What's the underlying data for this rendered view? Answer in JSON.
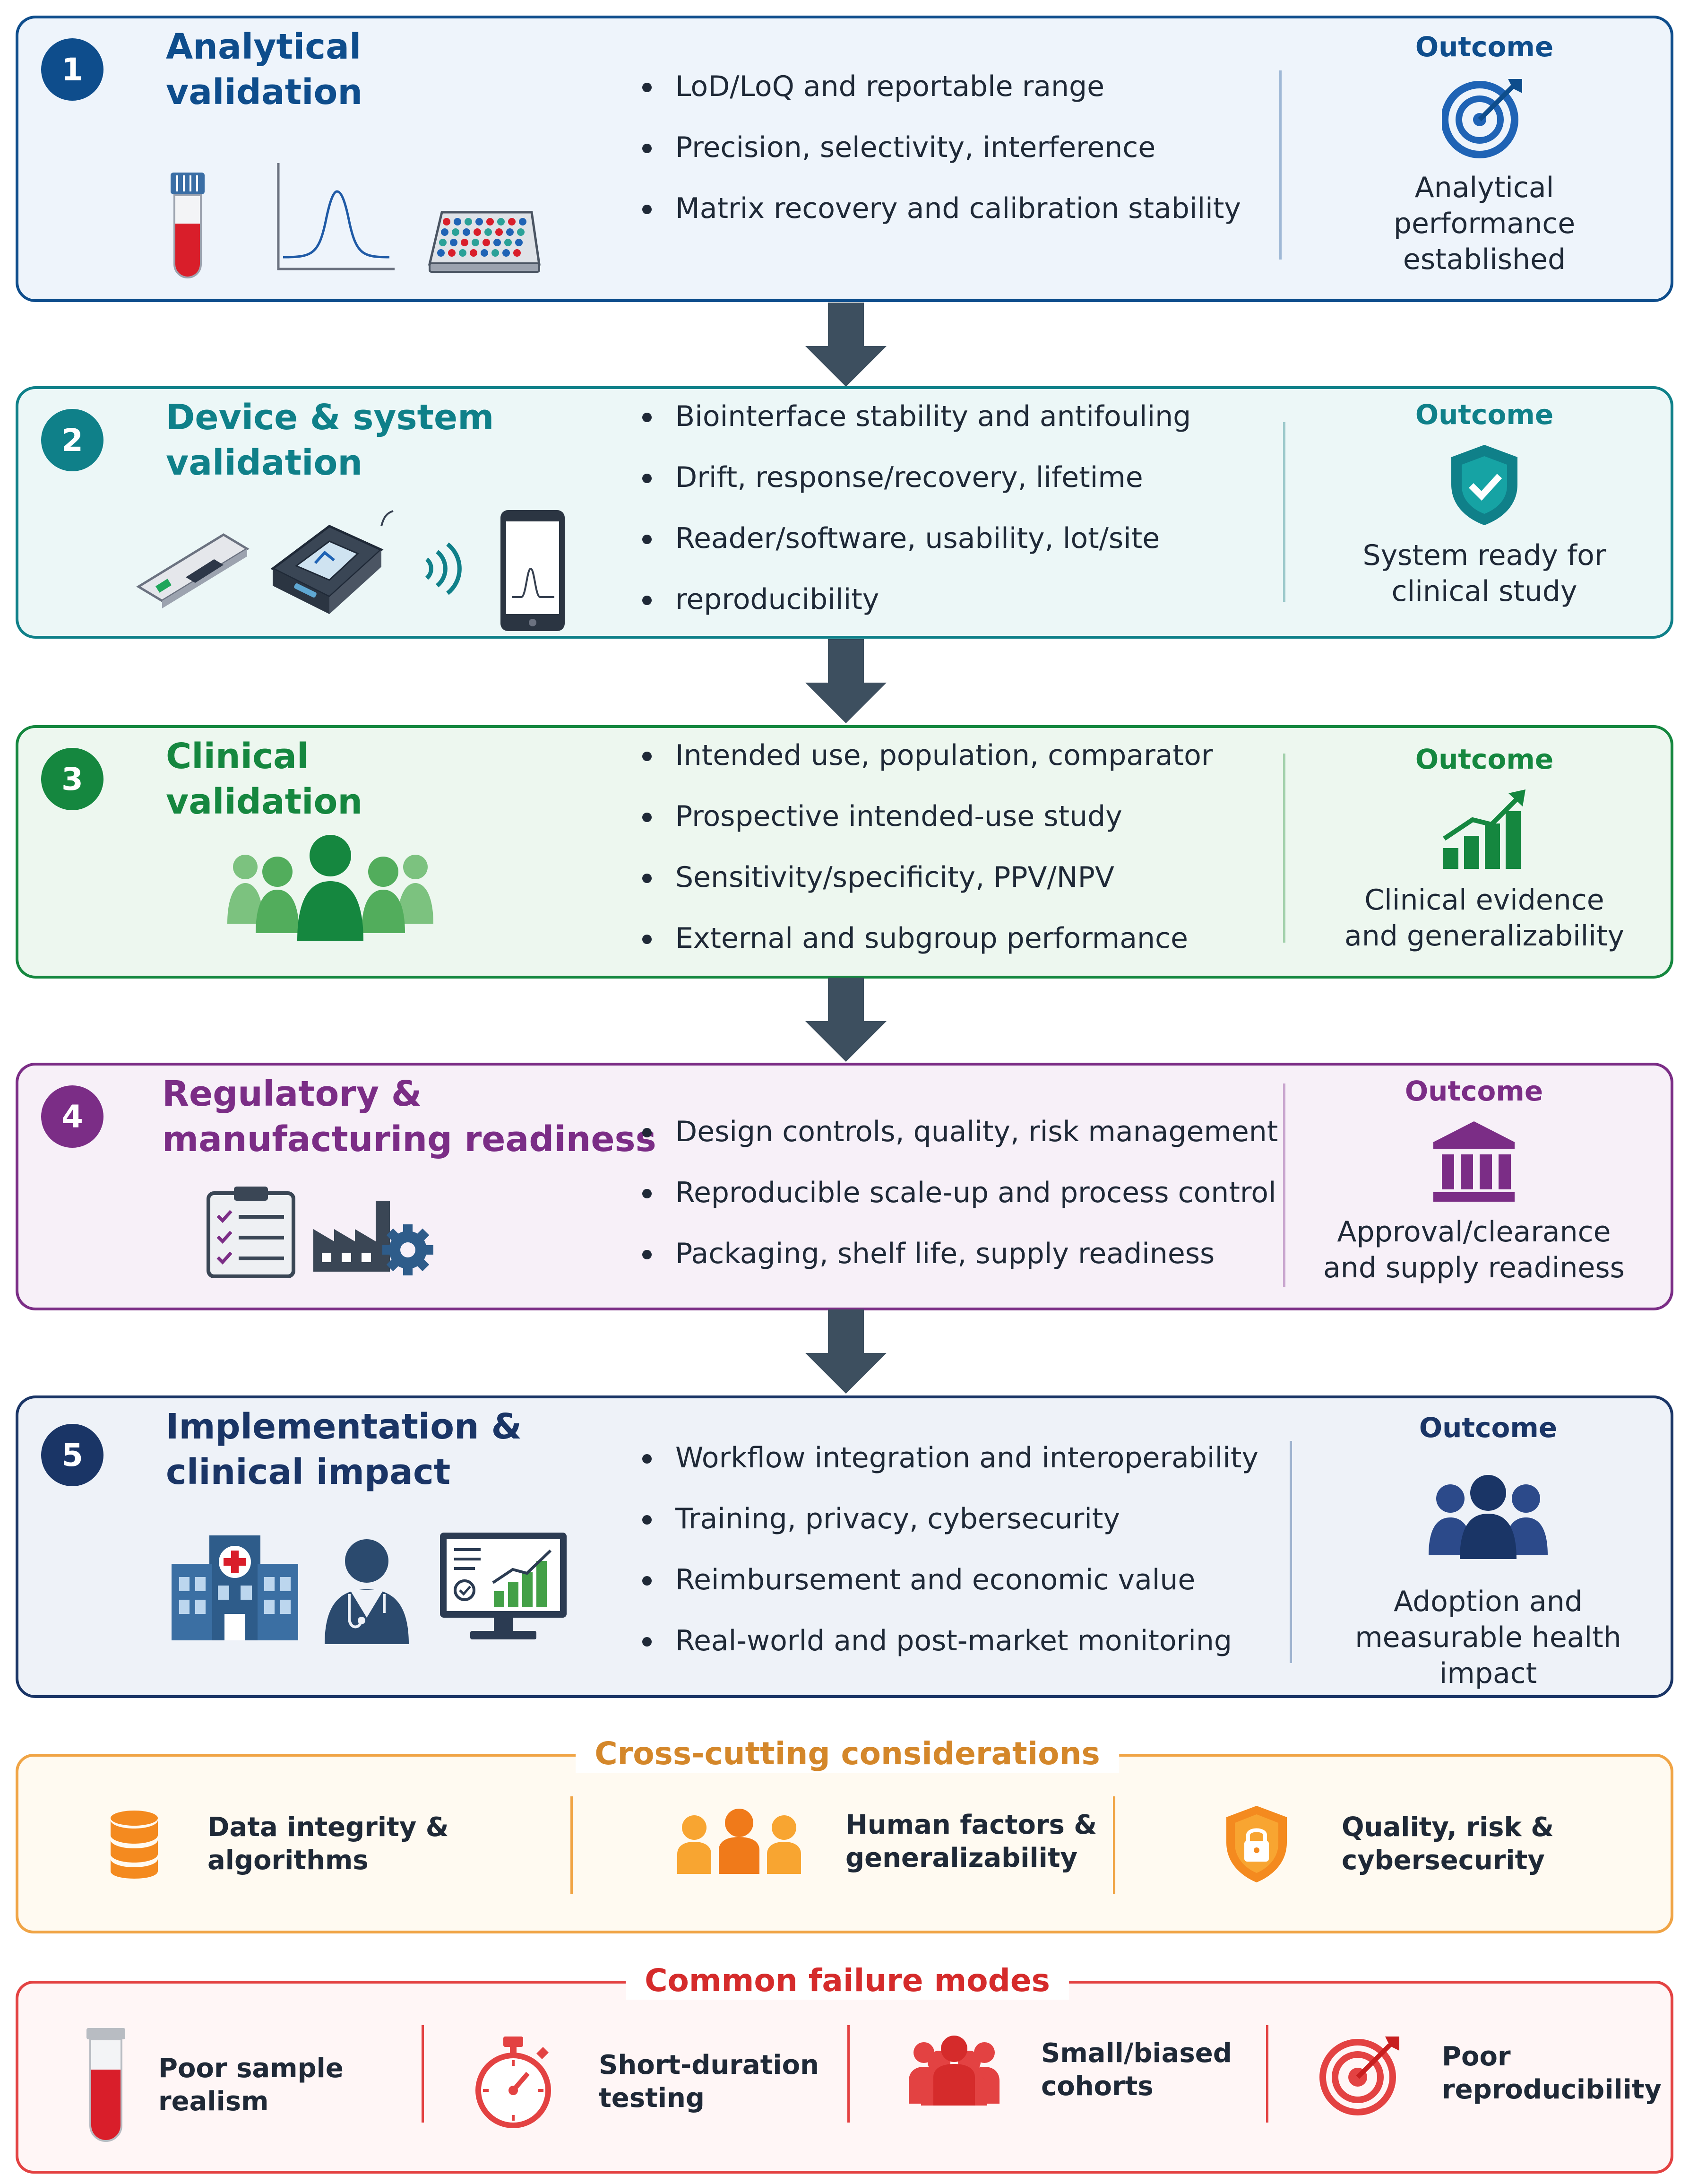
{
  "colors": {
    "stage1": "#0e4d8c",
    "stage2": "#0f8089",
    "stage3": "#15873f",
    "stage4": "#7b2d86",
    "stage5": "#1a3566",
    "arrow": "#3d4f5f",
    "crosscut": "#e08a1a",
    "failure": "#d52b2b"
  },
  "stages": [
    {
      "number": "1",
      "title_lines": [
        "Analytical",
        "validation"
      ],
      "bullets": [
        "LoD/LoQ and reportable range",
        "Precision, selectivity, interference",
        "Matrix recovery and calibration stability"
      ],
      "outcome_label": "Outcome",
      "outcome_lines": [
        "Analytical",
        "performance",
        "established"
      ],
      "icons": [
        "test-tube-icon",
        "peak-curve-icon",
        "well-plate-icon",
        "target-icon"
      ]
    },
    {
      "number": "2",
      "title_lines": [
        "Device & system",
        "validation"
      ],
      "bullets": [
        "Biointerface stability and antifouling",
        "Drift, response/recovery, lifetime",
        "Reader/software, usability, lot/site",
        "reproducibility"
      ],
      "outcome_label": "Outcome",
      "outcome_lines": [
        "System ready for",
        "clinical study"
      ],
      "icons": [
        "test-strip-icon",
        "reader-device-icon",
        "wireless-icon",
        "smartphone-icon",
        "shield-check-icon"
      ]
    },
    {
      "number": "3",
      "title_lines": [
        "Clinical",
        "validation"
      ],
      "bullets": [
        "Intended use, population, comparator",
        "Prospective intended-use study",
        "Sensitivity/specificity, PPV/NPV",
        "External and subgroup performance"
      ],
      "outcome_label": "Outcome",
      "outcome_lines": [
        "Clinical evidence",
        "and generalizability"
      ],
      "icons": [
        "population-group-icon",
        "growth-chart-icon"
      ]
    },
    {
      "number": "4",
      "title_lines": [
        "Regulatory &",
        "manufacturing readiness"
      ],
      "bullets": [
        "Design controls, quality, risk management",
        "Reproducible scale-up and process control",
        "Packaging, shelf life, supply readiness"
      ],
      "outcome_label": "Outcome",
      "outcome_lines": [
        "Approval/clearance",
        "and supply readiness"
      ],
      "icons": [
        "checklist-clipboard-icon",
        "factory-gear-icon",
        "institution-building-icon"
      ]
    },
    {
      "number": "5",
      "title_lines": [
        "Implementation &",
        "clinical impact"
      ],
      "bullets": [
        "Workflow integration and interoperability",
        "Training, privacy, cybersecurity",
        "Reimbursement and economic value",
        "Real-world and post-market monitoring"
      ],
      "outcome_label": "Outcome",
      "outcome_lines": [
        "Adoption and",
        "measurable health impact"
      ],
      "icons": [
        "hospital-icon",
        "doctor-icon",
        "analytics-monitor-icon",
        "people-group-icon"
      ]
    }
  ],
  "crosscutting": {
    "title": "Cross-cutting considerations",
    "items": [
      {
        "lines": [
          "Data integrity &",
          "algorithms"
        ],
        "icon": "database-icon"
      },
      {
        "lines": [
          "Human factors &",
          "generalizability"
        ],
        "icon": "people-icon"
      },
      {
        "lines": [
          "Quality, risk &",
          "cybersecurity"
        ],
        "icon": "shield-lock-icon"
      }
    ]
  },
  "failures": {
    "title": "Common failure modes",
    "items": [
      {
        "lines": [
          "Poor sample",
          "realism"
        ],
        "icon": "test-tube-icon"
      },
      {
        "lines": [
          "Short-duration",
          "testing"
        ],
        "icon": "stopwatch-icon"
      },
      {
        "lines": [
          "Small/biased",
          "cohorts"
        ],
        "icon": "people-icon"
      },
      {
        "lines": [
          "Poor",
          "reproducibility"
        ],
        "icon": "target-icon"
      }
    ]
  }
}
